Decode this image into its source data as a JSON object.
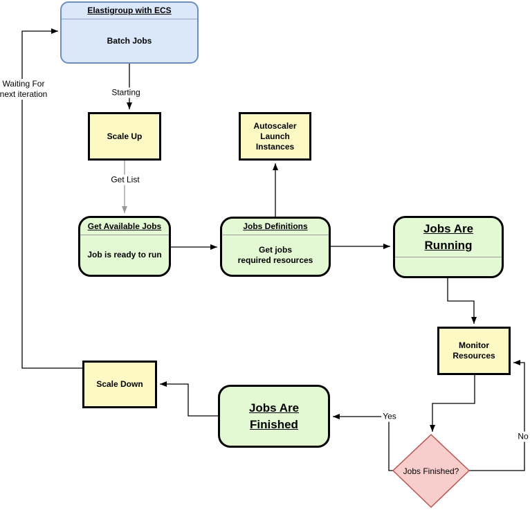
{
  "diagram": {
    "nodes": {
      "elastigroup": {
        "title": "Elastigroup with ECS",
        "body": "Batch Jobs"
      },
      "scale_up": {
        "label": "Scale Up"
      },
      "autoscaler": {
        "label": "Autoscaler\nLaunch\nInstances"
      },
      "get_available_jobs": {
        "title": "Get Available Jobs",
        "body": "Job is ready to run"
      },
      "jobs_definitions": {
        "title": "Jobs Definitions",
        "body": "Get jobs\nrequired resources"
      },
      "jobs_are_running": {
        "title": "Jobs Are\nRunning"
      },
      "monitor_resources": {
        "label": "Monitor\nResources"
      },
      "jobs_finished_decision": {
        "label": "Jobs Finished?"
      },
      "jobs_are_finished": {
        "title": "Jobs Are\nFinished"
      },
      "scale_down": {
        "label": "Scale Down"
      }
    },
    "edge_labels": {
      "starting": "Starting",
      "get_list": "Get List",
      "waiting": "Waiting For\nnext iteration",
      "yes": "Yes",
      "no": "No"
    },
    "colors": {
      "blue_fill": "#dbe8fc",
      "blue_stroke": "#6c8ebf",
      "yellow_fill": "#fdf9c5",
      "green_fill": "#e3f9d3",
      "pink_fill": "#f8cecc",
      "pink_stroke": "#b85450",
      "node_stroke": "#000000",
      "divider": "#9e9e9e",
      "edge": "#000000",
      "edge_gray": "#999999"
    }
  }
}
